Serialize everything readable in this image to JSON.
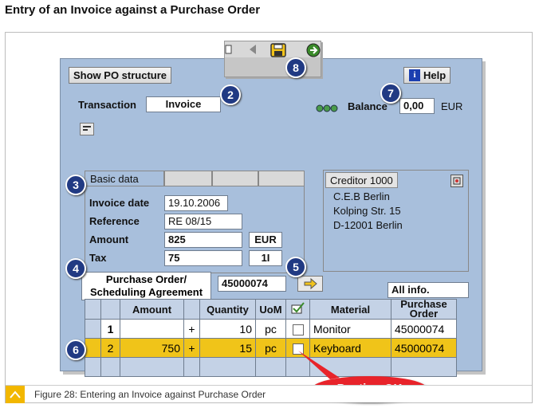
{
  "heading": "Entry of an Invoice against a Purchase Order",
  "caption": "Figure 28: Entering an Invoice against Purchase Order",
  "toolbar": {
    "icons": [
      "document-icon",
      "back-icon",
      "save-icon",
      "exit-icon"
    ]
  },
  "buttons": {
    "show_po": "Show PO structure",
    "help": "Help",
    "all_info": "All info."
  },
  "transaction": {
    "label": "Transaction",
    "value": "Invoice"
  },
  "balance": {
    "label": "Balance",
    "value": "0,00",
    "currency": "EUR",
    "status": "green"
  },
  "basic_tab": "Basic data",
  "basic": {
    "invoice_date_label": "Invoice date",
    "invoice_date": "19.10.2006",
    "reference_label": "Reference",
    "reference": "RE 08/15",
    "amount_label": "Amount",
    "amount": "825",
    "amount_currency": "EUR",
    "tax_label": "Tax",
    "tax": "75",
    "tax_code": "1I"
  },
  "creditor": {
    "tab": "Creditor 1000",
    "name": "C.E.B Berlin",
    "street": "Kolping Str. 15",
    "city": "D-12001 Berlin"
  },
  "po_ref": {
    "label_line1": "Purchase Order/",
    "label_line2": "Scheduling Agreement",
    "value": "45000074"
  },
  "table": {
    "headers": {
      "amount": "Amount",
      "quantity": "Quantity",
      "uom": "UoM",
      "material": "Material",
      "po_line1": "Purchase",
      "po_line2": "Order"
    },
    "rows": [
      {
        "no": "1",
        "amount": "",
        "sign": "+",
        "quantity": "10",
        "uom": "pc",
        "material": "Monitor",
        "po": "45000074"
      },
      {
        "no": "2",
        "amount": "750",
        "sign": "+",
        "quantity": "15",
        "uom": "pc",
        "material": "Keyboard",
        "po": "45000074"
      }
    ]
  },
  "badges": [
    "2",
    "3",
    "4",
    "5",
    "6",
    "7",
    "8"
  ],
  "posting_ok": "Posting OK"
}
